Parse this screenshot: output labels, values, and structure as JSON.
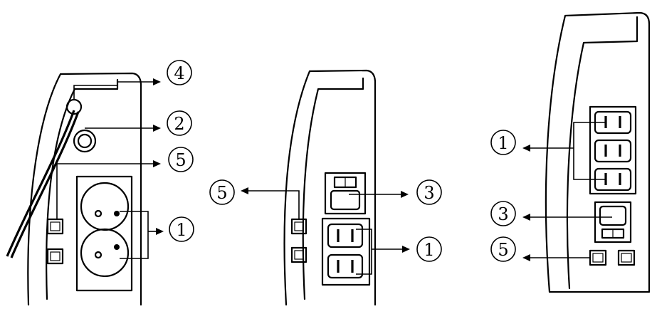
{
  "callouts": {
    "left_4": "4",
    "left_2": "2",
    "left_5": "5",
    "left_1": "1",
    "mid_5": "5",
    "mid_3": "3",
    "mid_1": "1",
    "right_1": "1",
    "right_3": "3",
    "right_5": "5"
  }
}
